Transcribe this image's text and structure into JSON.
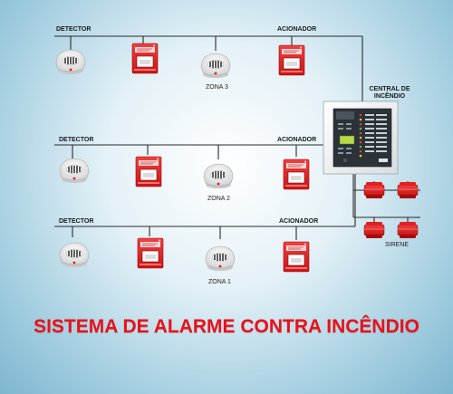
{
  "title": "SISTEMA DE ALARME CONTRA INCÊNDIO",
  "central": {
    "label_line1": "CENTRAL DE",
    "label_line2": "INCÊNDIO"
  },
  "sirene_label": "SIRENE",
  "rows": [
    {
      "detector_label": "DETECTOR",
      "acionador_label": "ACIONADOR",
      "zone_label": "ZONA 3"
    },
    {
      "detector_label": "DETECTOR",
      "acionador_label": "ACIONADOR",
      "zone_label": "ZONA 2"
    },
    {
      "detector_label": "DETECTOR",
      "acionador_label": "ACIONADOR",
      "zone_label": "ZONA 1"
    }
  ],
  "colors": {
    "accent_red": "#e8121b",
    "wire": "#2a2a2a",
    "device_red": "#e52727"
  }
}
